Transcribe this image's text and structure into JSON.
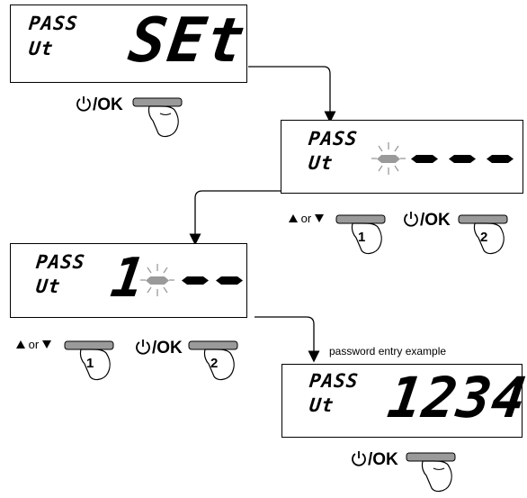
{
  "panel1": {
    "label_top": "PASS",
    "label_bottom": "Ut",
    "value": "SEt"
  },
  "panel2": {
    "label_top": "PASS",
    "label_bottom": "Ut"
  },
  "panel3": {
    "label_top": "PASS",
    "label_bottom": "Ut",
    "digit": "1"
  },
  "panel4": {
    "label_top": "PASS",
    "label_bottom": "Ut",
    "value": "1234"
  },
  "ok_label": "/OK",
  "arrow_or": "or",
  "step1": "1",
  "step2": "2",
  "caption": "password entry example",
  "icons": [
    "power-icon",
    "hand-press-icon",
    "up-triangle-icon",
    "down-triangle-icon",
    "blink-rays-icon"
  ]
}
